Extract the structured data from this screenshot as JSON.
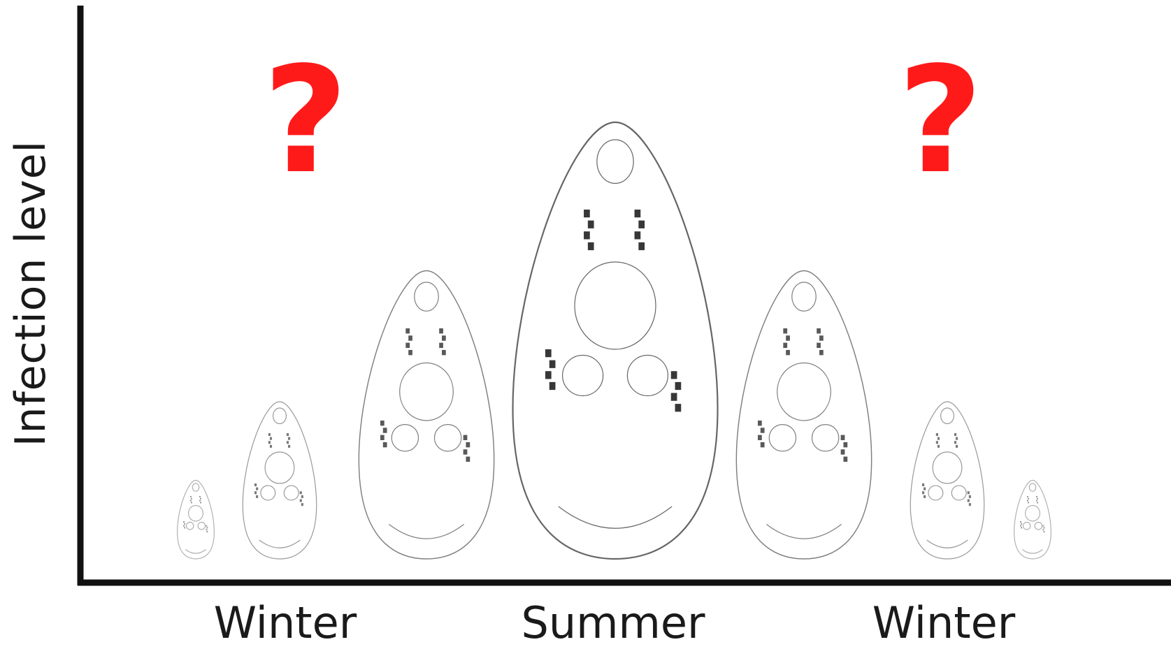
{
  "y_axis_label": "Infection level",
  "x_labels": [
    "Winter",
    "Summer",
    "Winter"
  ],
  "unknown_marks": [
    "?",
    "?"
  ],
  "colors": {
    "axis": "#111111",
    "question": "#ff1a1a",
    "parasite_outline": "#555555"
  },
  "parasites": [
    {
      "season": "Winter",
      "relative_size": 0.18
    },
    {
      "season": "Winter",
      "relative_size": 0.36
    },
    {
      "season": "Summer",
      "relative_size": 0.66
    },
    {
      "season": "Summer",
      "relative_size": 1.0
    },
    {
      "season": "Summer",
      "relative_size": 0.66
    },
    {
      "season": "Winter",
      "relative_size": 0.36
    },
    {
      "season": "Winter",
      "relative_size": 0.18
    }
  ]
}
